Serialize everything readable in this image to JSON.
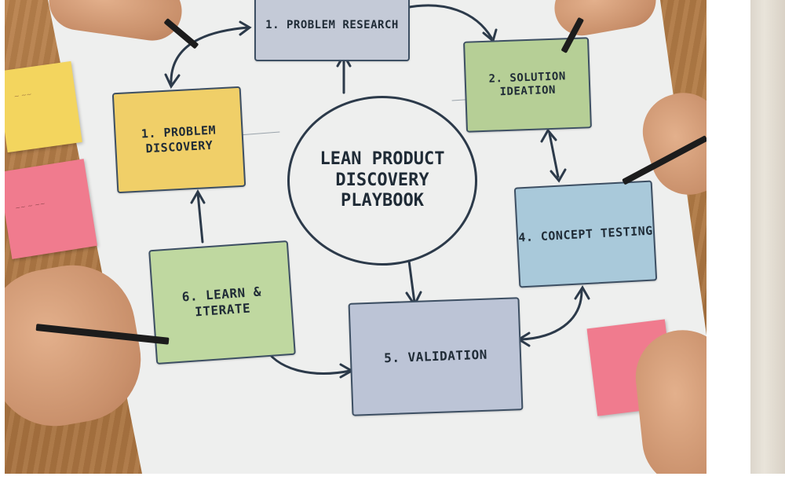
{
  "image": {
    "title": "LEAN PRODUCT DISCOVERY PLAYBOOK",
    "steps": [
      {
        "label": "1. PROBLEM DISCOVERY",
        "color": "#f0cf68"
      },
      {
        "label": "1. PROBLEM RESEARCH",
        "color": "#c4cad7"
      },
      {
        "label": "2. SOLUTION IDEATION",
        "color": "#b6cf96"
      },
      {
        "label": "4. CONCEPT TESTING",
        "color": "#a9c9da"
      },
      {
        "label": "5. VALIDATION",
        "color": "#bcc4d6"
      },
      {
        "label": "6. LEARN & ITERATE",
        "color": "#bfd8a0"
      }
    ],
    "colors": {
      "paper": "#eeefee",
      "ink": "#2c3a4a",
      "table_wood": "#a8723f",
      "sticky_yellow": "#f3d55e",
      "sticky_pink": "#f07b8e"
    }
  }
}
